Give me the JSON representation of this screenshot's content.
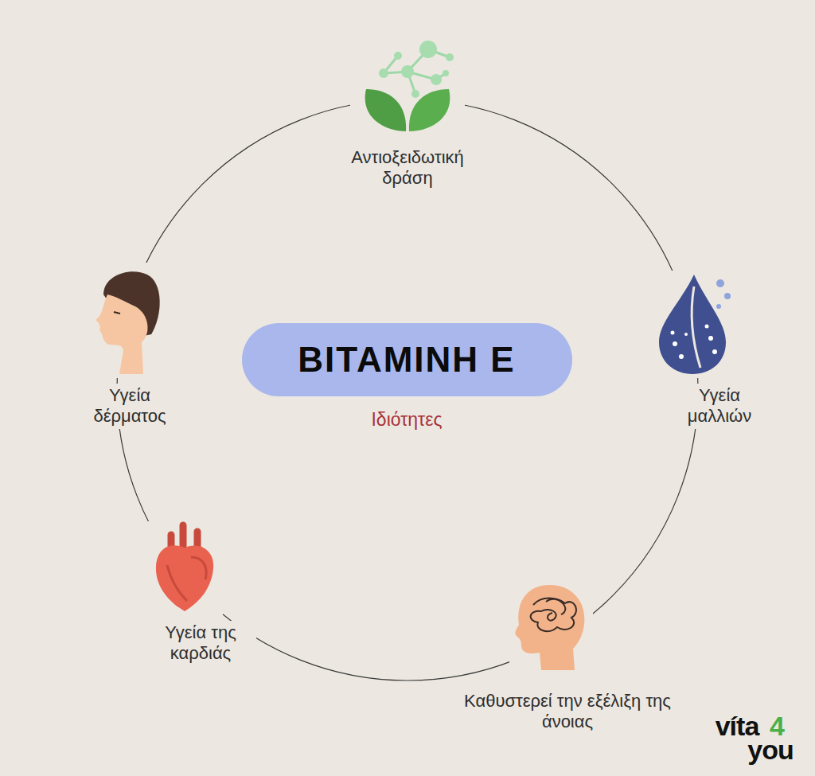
{
  "diagram": {
    "nodes": [
      {
        "text": [
          "ΒΙΤΑΜΙΝΗ Ε"
        ]
      }
    ],
    "labels": [
      "Αντιοξειδωτική δράση",
      "Υγεία μαλλιών",
      "Υγεία δέρματος",
      "Υγεία της καρδιάς",
      "Καθυστερεί την εξέλιξη της άνοιας",
      "Ιδιότητες",
      "víta",
      "4",
      "you"
    ]
  }
}
